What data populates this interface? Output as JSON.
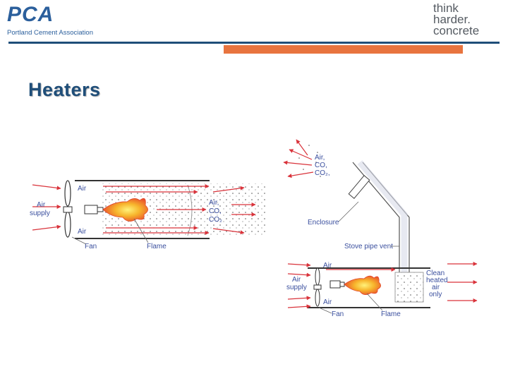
{
  "header": {
    "pca_logo_text": "PCA",
    "pca_logo_subtitle": "Portland Cement Association",
    "tagline_line1": "think",
    "tagline_line2": "harder.",
    "tagline_line3": "concrete"
  },
  "slide": {
    "title": "Heaters"
  },
  "diagram_left": {
    "air_top": "Air",
    "air_bottom": "Air",
    "air_supply_line1": "Air",
    "air_supply_line2": "supply",
    "exhaust_line1": "Air,",
    "exhaust_line2": "CO,",
    "exhaust_line3": "CO₂",
    "fan": "Fan",
    "flame": "Flame"
  },
  "diagram_right": {
    "exhaust_line1": "Air,",
    "exhaust_line2": "CO,",
    "exhaust_line3": "CO₂,",
    "enclosure": "Enclosure",
    "stove_pipe_vent": "Stove pipe vent",
    "air_top": "Air",
    "air_bottom": "Air",
    "air_supply_line1": "Air",
    "air_supply_line2": "supply",
    "clean_line1": "Clean",
    "clean_line2": "heated",
    "clean_line3": "air",
    "clean_line4": "only",
    "fan": "Fan",
    "flame": "Flame"
  },
  "colors": {
    "brand_blue": "#1f4e79",
    "accent_orange": "#e8743f",
    "arrow_red": "#d9333b",
    "label_blue": "#3a4f9e",
    "duct_gray": "#333333"
  }
}
